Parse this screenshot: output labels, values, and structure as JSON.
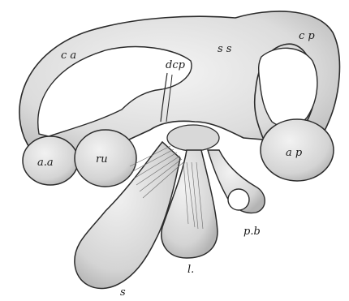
{
  "labels": {
    "ca": "c a",
    "dep": "dcp",
    "ss": "s s",
    "cp": "c p",
    "aa": "a.a",
    "ru": "ru",
    "ap": "a p",
    "pb": "p.b",
    "l": "l.",
    "s": "s"
  },
  "colors": {
    "outline": "#2b2b2b",
    "fill": "#e6e6e6",
    "shade": "#c8c8c8",
    "background": "#ffffff"
  }
}
